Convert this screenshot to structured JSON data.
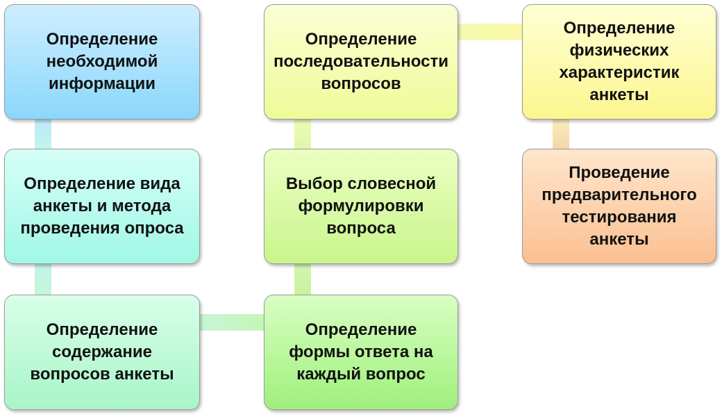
{
  "diagram": {
    "steps": [
      {
        "text": "Определение\nнеобходимой\nинформации"
      },
      {
        "text": "Определение вида\nанкеты и метода\nпроведения опроса"
      },
      {
        "text": "Определение\nсодержание\nвопросов анкеты"
      },
      {
        "text": "Определение\nформы ответа на\nкаждый вопрос"
      },
      {
        "text": "Выбор словесной\nформулировки\nвопроса"
      },
      {
        "text": "Определение\nпоследовательности\nвопросов"
      },
      {
        "text": "Определение\nфизических\nхарактеристик\nанкеты"
      },
      {
        "text": "Проведение\nпредварительного\nтестирования\nанкеты"
      }
    ],
    "colors": {
      "step_1": "#8ad7fb",
      "step_2": "#a0f7e6",
      "step_3": "#a8f5c8",
      "step_4": "#9ff07c",
      "step_5": "#c9f58c",
      "step_6": "#eefb98",
      "step_7": "#fcf68f",
      "step_8": "#fbbf91",
      "border": "#9a9a9a",
      "text": "#111111"
    }
  }
}
